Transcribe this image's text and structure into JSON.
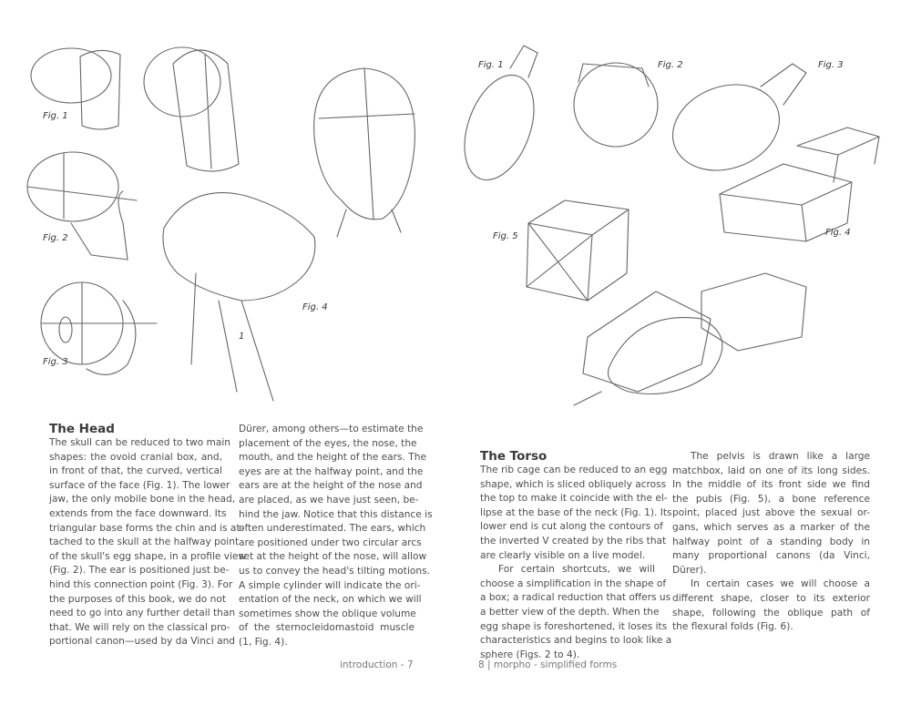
{
  "left_page": {
    "figures": [
      "Fig. 1",
      "Fig. 2",
      "Fig. 3",
      "Fig. 4",
      "1"
    ],
    "heading": "The Head",
    "column1": [
      "The skull can be reduced to two main",
      "shapes: the ovoid cranial box, and,",
      "in front of that, the curved, vertical",
      "surface of the face (Fig. 1). The lower",
      "jaw, the only mobile bone in the head,",
      "extends from the face downward. Its",
      "triangular base forms the chin and is at-",
      "tached to the skull at the halfway point",
      "of the skull's egg shape, in a profile view",
      "(Fig. 2). The ear is positioned just be-",
      "hind this connection point (Fig. 3). For",
      "the purposes of this book, we do not",
      "need to go into any further detail than",
      "that. We will rely on the classical pro-",
      "portional canon—used by da Vinci and"
    ],
    "column2": [
      "Dürer, among others—to estimate the",
      "placement of the eyes, the nose, the",
      "mouth, and the height of the ears. The",
      "eyes are at the halfway point, and the",
      "ears are at the height of the nose and",
      "are placed, as we have just seen, be-",
      "hind the jaw. Notice that this distance is",
      "often underestimated. The ears, which",
      "are positioned under two circular arcs",
      "set at the height of the nose, will allow",
      "us to convey the head's tilting motions.",
      "A simple cylinder will indicate the ori-",
      "entation of the neck, on which we will",
      "sometimes show the oblique volume",
      "of the sternocleidomastoid muscle",
      "(1, Fig. 4)."
    ],
    "footer": "introduction - 7"
  },
  "right_page": {
    "figures": [
      "Fig. 1",
      "Fig. 2",
      "Fig. 3",
      "Fig. 4",
      "Fig. 5"
    ],
    "heading": "The Torso",
    "column1": [
      "The rib cage can be reduced to an egg",
      "shape, which is sliced obliquely across",
      "the top to make it coincide with the el-",
      "lipse at the base of the neck (Fig. 1). Its",
      "lower end is cut along the contours of",
      "the inverted V created by the ribs that",
      "are clearly visible on a live model.",
      "For certain shortcuts, we will",
      "choose a simplification in the shape of",
      "a box; a radical reduction that offers us",
      "a better view of the depth. When the",
      "egg shape is foreshortened, it loses its",
      "characteristics and begins to look like a",
      "sphere (Figs. 2 to 4)."
    ],
    "column2": [
      "The pelvis is drawn like a large",
      "matchbox, laid on one of its long sides.",
      "In the middle of its front side we find",
      "the pubis (Fig. 5), a bone reference",
      "point, placed just above the sexual or-",
      "gans, which serves as a marker of the",
      "halfway point of a standing body in",
      "many proportional canons (da Vinci,",
      "Dürer).",
      "In certain cases we will choose a",
      "different shape, closer to its exterior",
      "shape, following the oblique path of",
      "the flexural folds (Fig. 6)."
    ],
    "footer": "8 | morpho - simplified forms"
  }
}
